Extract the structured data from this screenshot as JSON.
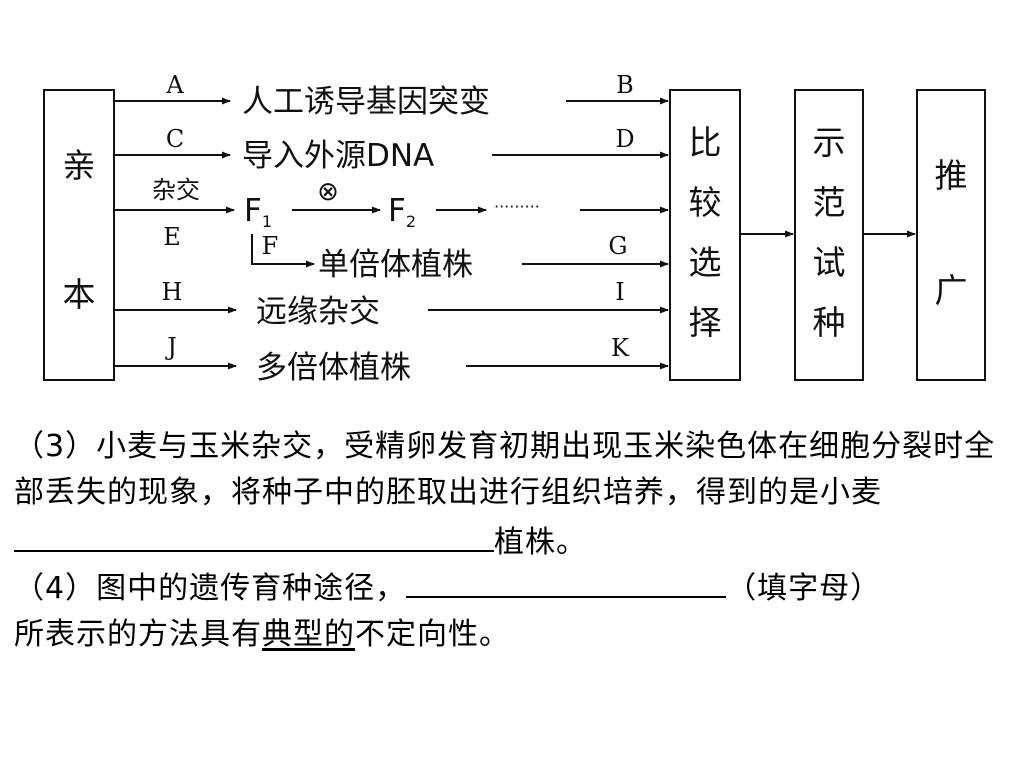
{
  "diagram": {
    "start_box": [
      "亲",
      "本"
    ],
    "compare_box": [
      "比",
      "较",
      "选",
      "择"
    ],
    "demo_box": [
      "示",
      "范",
      "试",
      "种"
    ],
    "promote_box": [
      "推",
      "广"
    ],
    "rows": {
      "mutation": {
        "label_in": "A",
        "node": "人工诱导基因突变",
        "label_out": "B"
      },
      "dna": {
        "label_in": "C",
        "node": "导入外源DNA",
        "label_out": "D"
      },
      "cross": {
        "label_top": "杂交",
        "label_bottom": "E",
        "f1_main": "F",
        "f1_sub": "1",
        "selfing": "⊗",
        "f2_main": "F",
        "f2_sub": "2",
        "dots": "·········"
      },
      "haploid": {
        "label_in": "F",
        "node": "单倍体植株",
        "label_out": "G"
      },
      "distant": {
        "label_in": "H",
        "node": "远缘杂交",
        "label_out": "I"
      },
      "polyploid": {
        "label_in": "J",
        "node": "多倍体植株",
        "label_out": "K"
      }
    }
  },
  "question3": {
    "text": "（3）小麦与玉米杂交，受精卵发育初期出现玉米染色体在细胞分裂时全部丢失的现象，将种子中的胚取出进行组织培养，得到的是小麦",
    "suffix": "植株。"
  },
  "question4": {
    "prefix": "（4）图中的遗传育种途径，",
    "hint": "（填字母）",
    "text_before": "所表示的方法具有",
    "underlined": "典型的",
    "text_after": "不定向性。"
  }
}
